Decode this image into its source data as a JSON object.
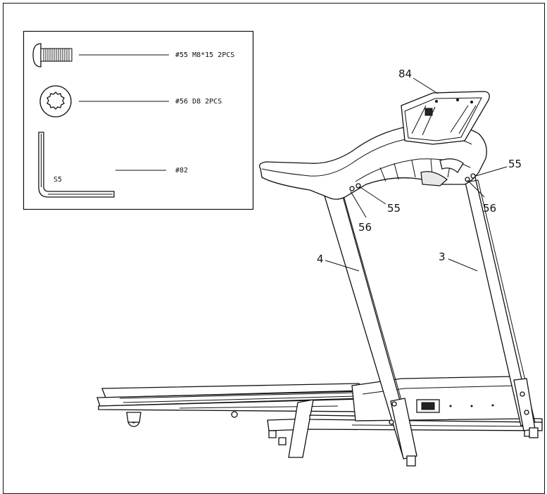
{
  "parts_box": {
    "items": [
      {
        "icon": "bolt-icon",
        "label": "#55 M8*15 2PCS"
      },
      {
        "icon": "washer-icon",
        "label": "#56 D8 2PCS"
      },
      {
        "icon": "allen-key-icon",
        "label": "#82",
        "tool_size": "S5"
      }
    ]
  },
  "callouts": {
    "console": "84",
    "bolt_left": "55",
    "washer_left": "56",
    "bolt_right": "55",
    "washer_right": "56",
    "upright_left": "4",
    "upright_right": "3"
  }
}
